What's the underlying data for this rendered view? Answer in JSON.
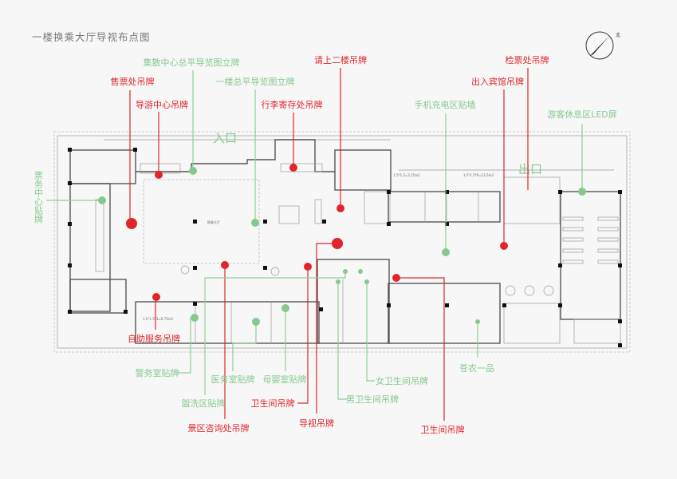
{
  "title": "一楼换乘大厅导视布点图",
  "compass": {
    "icon": "north-arrow-icon",
    "label": "北"
  },
  "colors": {
    "hanging_sign": "#e0262b",
    "wall_sign": "#86c98f"
  },
  "plan": {
    "entrance": "入口",
    "exit": "出口",
    "hall": "换乘大厅",
    "area_left": "1.5*1.5*3=6.75m2",
    "area_right_1": "1.5*1.5=2.25m2",
    "area_right_2": "1.5*1.5*6=13.5m2"
  },
  "red_labels": [
    {
      "text": "售票处吊牌"
    },
    {
      "text": "导游中心吊牌"
    },
    {
      "text": "行李寄存处吊牌"
    },
    {
      "text": "请上二楼吊牌"
    },
    {
      "text": "检票处吊牌"
    },
    {
      "text": "出入宾馆吊牌"
    },
    {
      "text": "自助服务吊牌"
    },
    {
      "text": "景区咨询处吊牌"
    },
    {
      "text": "卫生间吊牌"
    },
    {
      "text": "导视吊牌"
    },
    {
      "text": "卫生间吊牌"
    }
  ],
  "green_labels": [
    {
      "text": "集散中心总平导览图立牌"
    },
    {
      "text": "一楼总平导览图立牌"
    },
    {
      "text": "手机充电区贴墙"
    },
    {
      "text": "游客休息区LED屏"
    },
    {
      "text": "票务中心贴牌"
    },
    {
      "text": "警务室贴牌"
    },
    {
      "text": "盥洗区贴牌"
    },
    {
      "text": "医务室贴牌"
    },
    {
      "text": "母婴室贴牌"
    },
    {
      "text": "男卫生间吊牌"
    },
    {
      "text": "女卫生间吊牌"
    },
    {
      "text": "苍农一品"
    }
  ]
}
